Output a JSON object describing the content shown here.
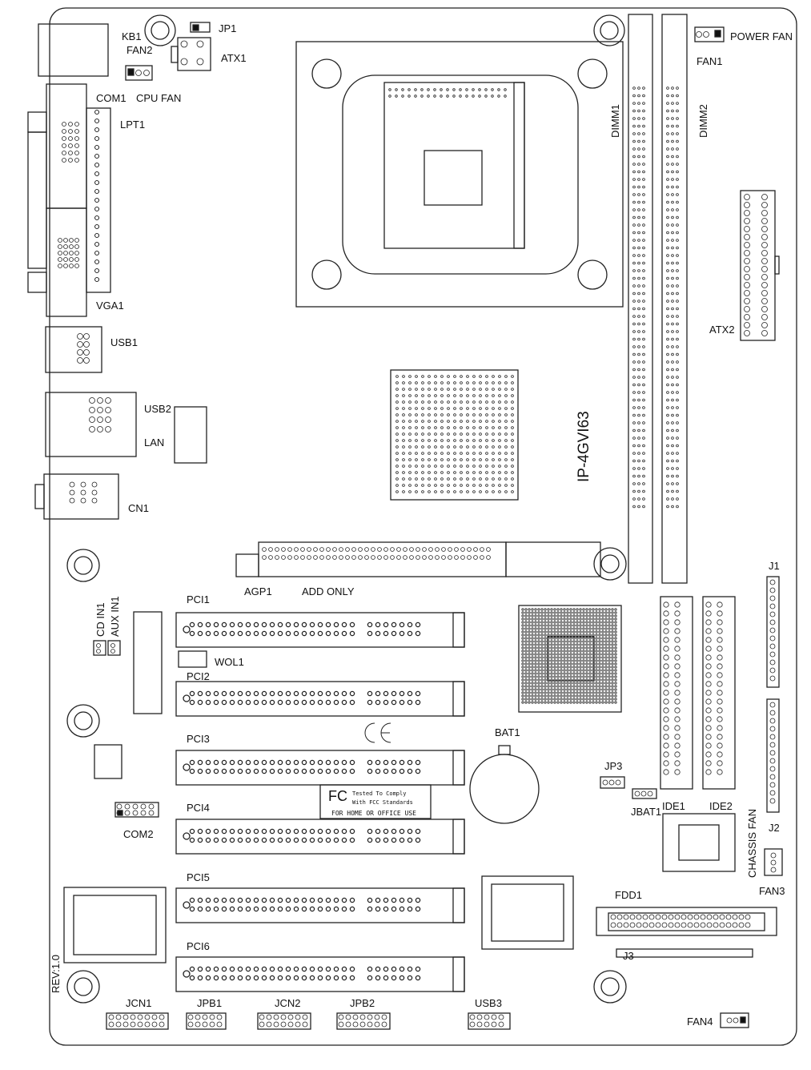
{
  "board": {
    "model": "IP-4GVI63",
    "revision": "REV:1.0"
  },
  "labels": {
    "kb1": "KB1",
    "jp1": "JP1",
    "atx1": "ATX1",
    "fan2": "FAN2",
    "cpu_fan": "CPU FAN",
    "com1": "COM1",
    "lpt1": "LPT1",
    "vga1": "VGA1",
    "usb1": "USB1",
    "usb2": "USB2",
    "lan": "LAN",
    "cn1": "CN1",
    "power_fan": "POWER FAN",
    "fan1": "FAN1",
    "dimm1": "DIMM1",
    "dimm2": "DIMM2",
    "atx2": "ATX2",
    "agp1": "AGP1",
    "add_only": "ADD ONLY",
    "pci1": "PCI1",
    "pci2": "PCI2",
    "pci3": "PCI3",
    "pci4": "PCI4",
    "pci5": "PCI5",
    "pci6": "PCI6",
    "wol1": "WOL1",
    "cd_in1": "CD IN1",
    "aux_in1": "AUX IN1",
    "com2": "COM2",
    "bat1": "BAT1",
    "jp3": "JP3",
    "jbat1": "JBAT1",
    "ide1": "IDE1",
    "ide2": "IDE2",
    "j1": "J1",
    "j2": "J2",
    "chassis_fan": "CHASSIS FAN",
    "fan3": "FAN3",
    "fdd1": "FDD1",
    "j3": "J3",
    "fan4": "FAN4",
    "jcn1": "JCN1",
    "jpb1": "JPB1",
    "jcn2": "JCN2",
    "jpb2": "JPB2",
    "usb3": "USB3"
  },
  "fcc": {
    "line1": "Tested To Comply",
    "line2": "With FCC Standards",
    "line3": "FOR HOME OR OFFICE USE",
    "logo": "FC"
  },
  "ce_mark": "CE",
  "colors": {
    "line": "#222222",
    "pin": "#111111",
    "background": "#ffffff"
  }
}
